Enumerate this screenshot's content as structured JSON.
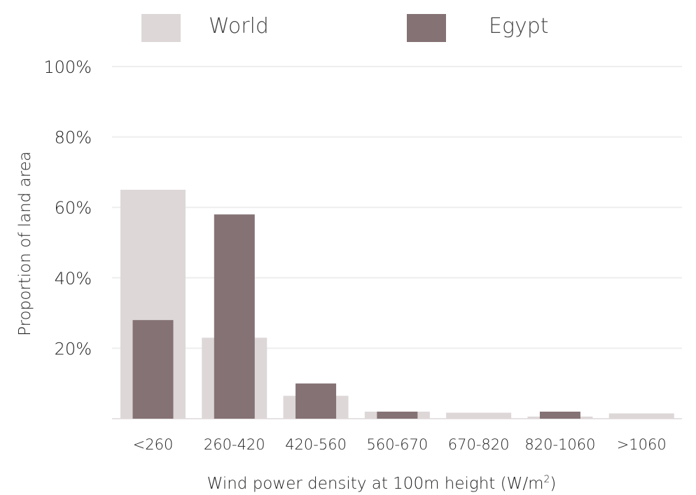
{
  "chart_data": {
    "type": "bar",
    "categories": [
      "<260",
      "260-420",
      "420-560",
      "560-670",
      "670-820",
      "820-1060",
      ">1060"
    ],
    "series": [
      {
        "name": "World",
        "values": [
          65,
          23,
          6.5,
          2,
          1.7,
          0.6,
          1.5
        ],
        "color": "#ddd7d7"
      },
      {
        "name": "Egypt",
        "values": [
          28,
          58,
          10,
          2,
          0,
          2,
          0
        ],
        "color": "#857274"
      }
    ],
    "xlabel_main": "Wind power density at 100m height (W/m",
    "xlabel_sup": "2",
    "xlabel_end": ")",
    "ylabel": "Proportion of land area",
    "yticks": [
      "20%",
      "40%",
      "60%",
      "80%",
      "100%"
    ],
    "ytick_values": [
      20,
      40,
      60,
      80,
      100
    ],
    "ylim": [
      0,
      100
    ],
    "grid": true,
    "legend_position": "top"
  }
}
